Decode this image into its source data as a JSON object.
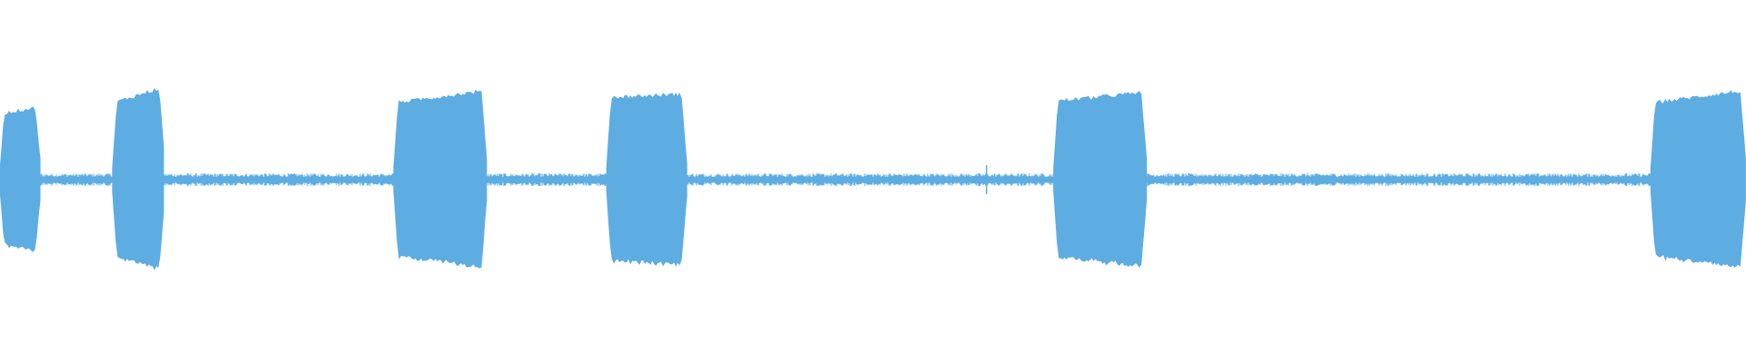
{
  "waveform": {
    "color": "#5dade2",
    "background": "#ffffff",
    "duration_normalized": 1.0,
    "noise_floor_level": 0.035,
    "bursts": [
      {
        "start": 0.0,
        "end": 0.0235,
        "level_start": 0.36,
        "level_end": 0.4
      },
      {
        "start": 0.0645,
        "end": 0.0945,
        "level_start": 0.42,
        "level_end": 0.51
      },
      {
        "start": 0.2255,
        "end": 0.279,
        "level_start": 0.42,
        "level_end": 0.49
      },
      {
        "start": 0.3475,
        "end": 0.3935,
        "level_start": 0.45,
        "level_end": 0.47
      },
      {
        "start": 0.6035,
        "end": 0.657,
        "level_start": 0.43,
        "level_end": 0.48
      },
      {
        "start": 0.9455,
        "end": 1.0,
        "level_start": 0.42,
        "level_end": 0.49
      }
    ],
    "spikes": [
      {
        "position": 0.565,
        "level": 0.08
      }
    ]
  }
}
